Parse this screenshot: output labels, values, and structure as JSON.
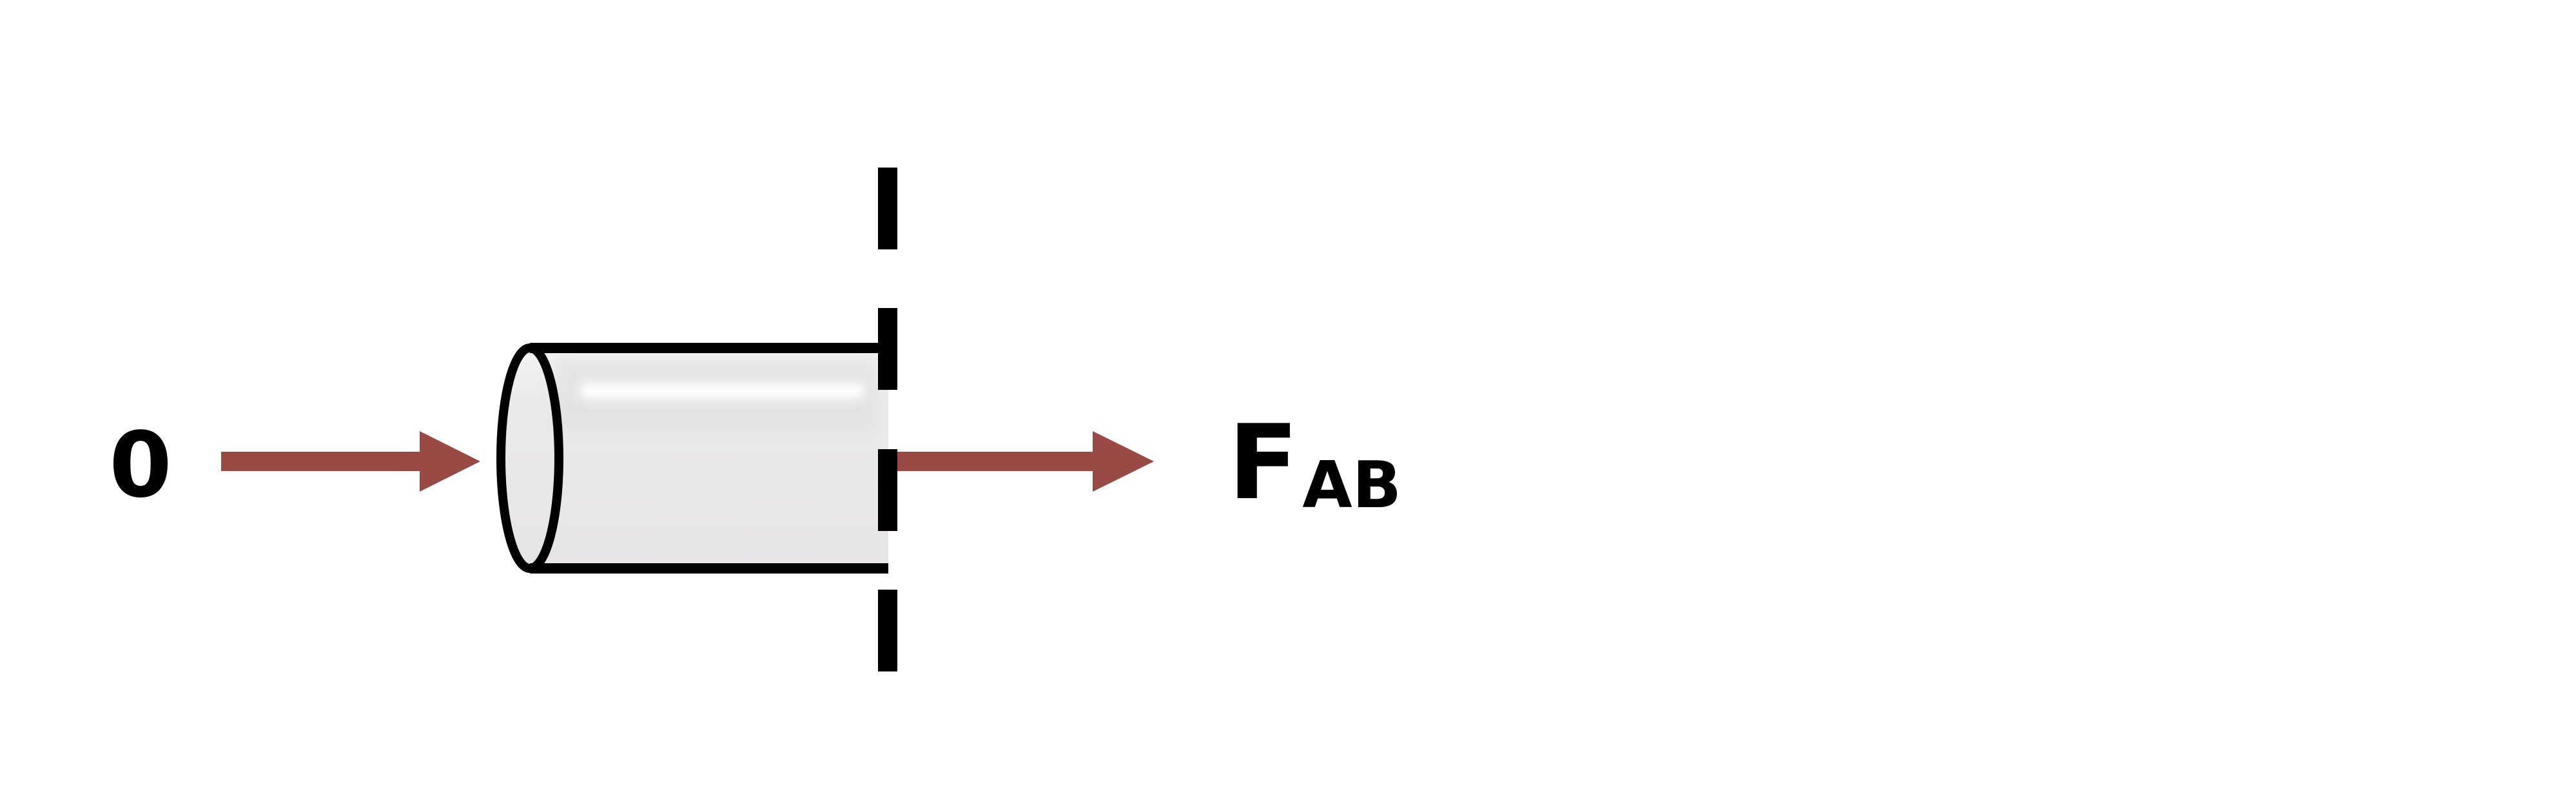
{
  "diagram": {
    "left_force_value": "0",
    "right_force_main": "F",
    "right_force_subscript": "AB",
    "colors": {
      "arrow": "#9a4a44",
      "outline": "#000000",
      "body_fill": "#e8e6e7",
      "highlight": "#ffffff"
    }
  }
}
